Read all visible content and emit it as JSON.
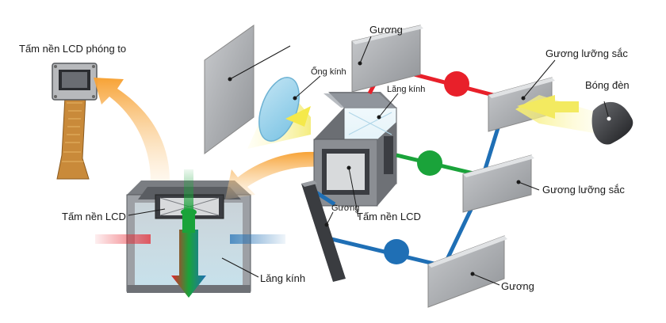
{
  "labels": {
    "enlarged_panel": "Tấm nền LCD phóng to",
    "mirror_top": "Gương",
    "lens": "Ống kính",
    "prism_top": "Lăng kính",
    "dichroic_top": "Gương lưỡng sắc",
    "lamp": "Bóng đèn",
    "dichroic_mid": "Gương lưỡng sắc",
    "lcd_panel_left": "Tấm nền LCD",
    "mirror_small": "Gương",
    "lcd_panel_right": "Tấm nền LCD",
    "prism_bottom": "Lăng kính",
    "mirror_bottom": "Gương"
  },
  "colors": {
    "red_path": "#e8202a",
    "green_path": "#1aa33a",
    "blue_path": "#1f6fb5",
    "arrow_orange": "#f59a2c",
    "light_yellow": "#f7f08a",
    "mirror_gray": "#a9abae",
    "panel_dark": "#4b4d52"
  }
}
